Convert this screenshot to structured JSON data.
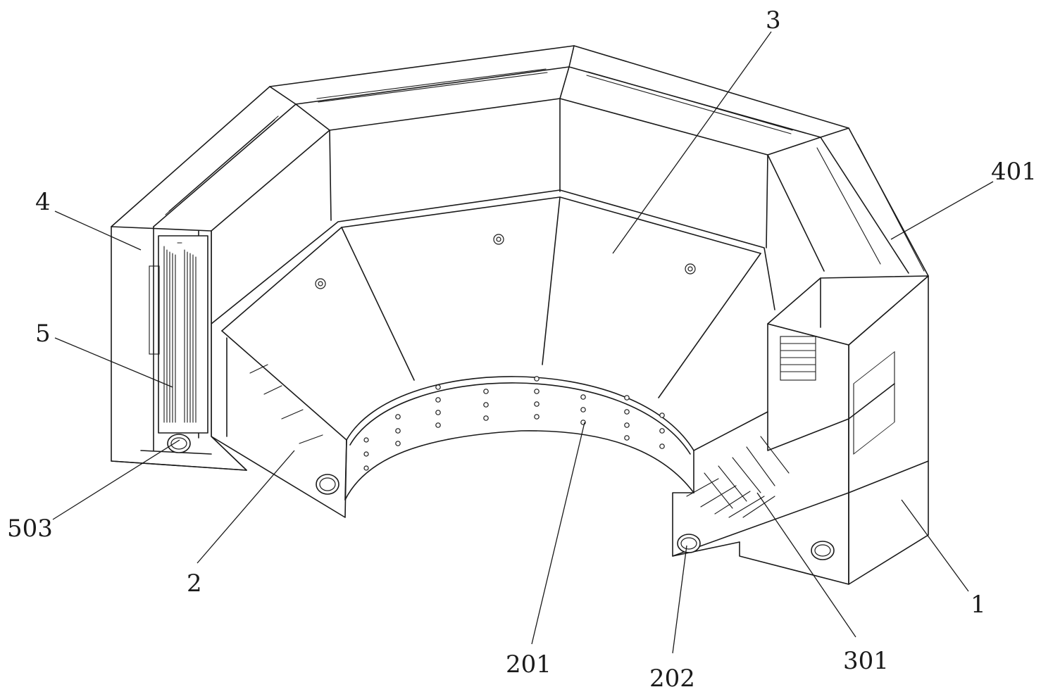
{
  "labels": {
    "l3": "3",
    "l401": "401",
    "l4": "4",
    "l5": "5",
    "l503": "503",
    "l2": "2",
    "l201": "201",
    "l202": "202",
    "l301": "301",
    "l1": "1"
  }
}
